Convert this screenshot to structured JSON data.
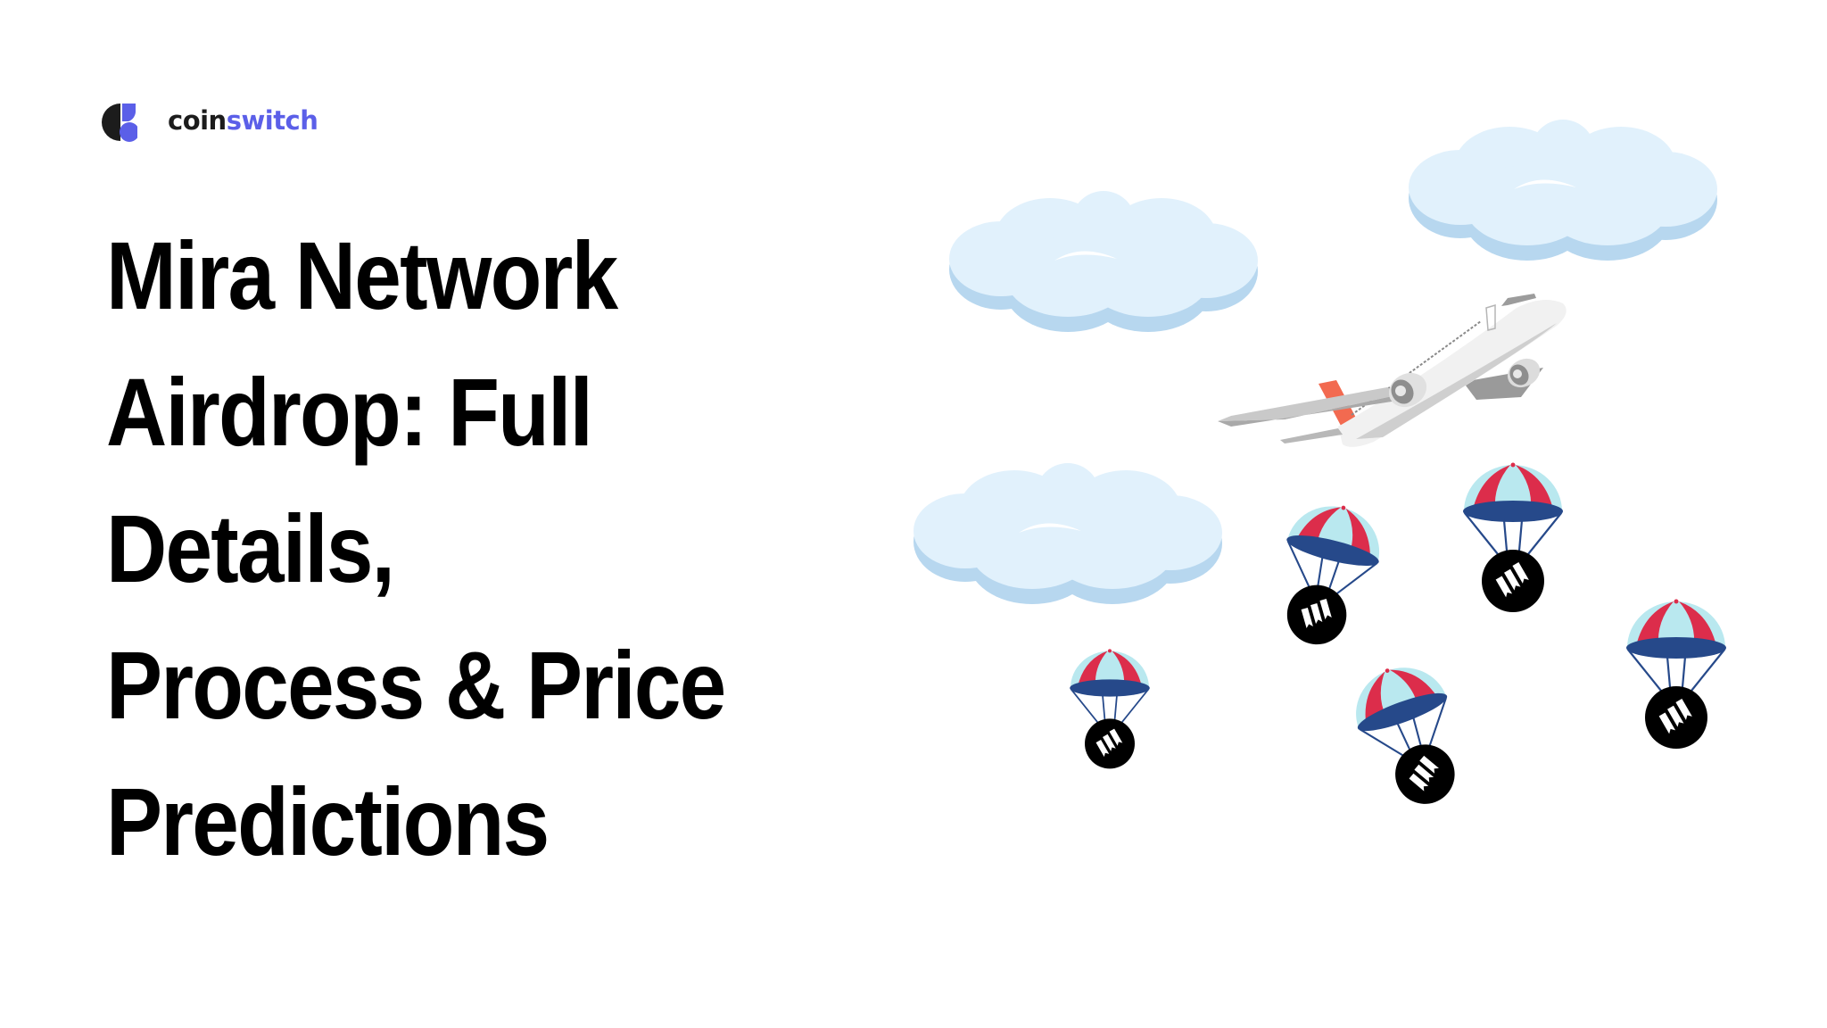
{
  "brand": {
    "name_part1": "coin",
    "name_part2": "switch",
    "icon": "coinswitch-logo-icon",
    "colors": {
      "dark": "#1c1c1c",
      "blue": "#5b5fe8"
    }
  },
  "headline": {
    "lines": [
      "Mira Network",
      "Airdrop: Full",
      "Details,",
      "Process & Price",
      "Predictions"
    ]
  },
  "illustration": {
    "description": "Airplane flying among clouds dropping Mira Network tokens on parachutes",
    "clouds": 3,
    "parachutes": 5,
    "colors": {
      "cloud_light": "#e1f1fc",
      "cloud_shadow": "#b7d7ef",
      "canopy_red": "#dc2d4b",
      "canopy_light": "#b9e8ef",
      "canopy_navy": "#26498a",
      "coin": "#000000",
      "tail": "#f26a50"
    }
  }
}
